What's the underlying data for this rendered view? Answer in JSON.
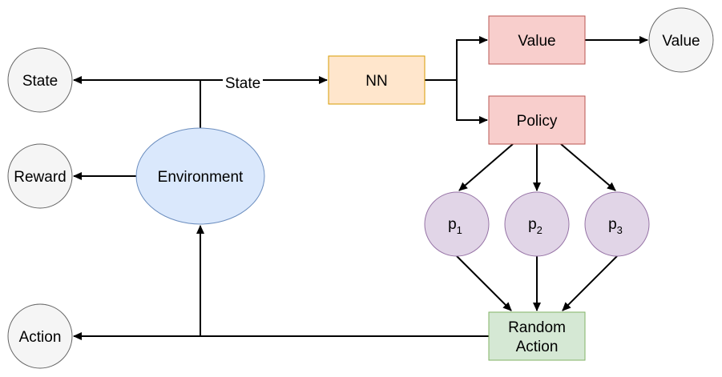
{
  "nodes": {
    "state": "State",
    "reward": "Reward",
    "action": "Action",
    "environment": "Environment",
    "nn": "NN",
    "value_box": "Value",
    "value_out": "Value",
    "policy": "Policy",
    "p1": {
      "base": "p",
      "sub": "1"
    },
    "p2": {
      "base": "p",
      "sub": "2"
    },
    "p3": {
      "base": "p",
      "sub": "3"
    },
    "random_action": [
      "Random",
      "Action"
    ]
  },
  "edges": {
    "state_label": "State"
  },
  "colors": {
    "circle_gray_fill": "#f5f5f5",
    "circle_gray_stroke": "#666666",
    "env_fill": "#dae8fc",
    "env_stroke": "#6c8ebf",
    "nn_fill": "#ffe6cc",
    "nn_stroke": "#d79b00",
    "red_fill": "#f8cecc",
    "red_stroke": "#b85450",
    "purple_fill": "#e1d5e7",
    "purple_stroke": "#9673a6",
    "green_fill": "#d5e8d4",
    "green_stroke": "#82b366"
  }
}
